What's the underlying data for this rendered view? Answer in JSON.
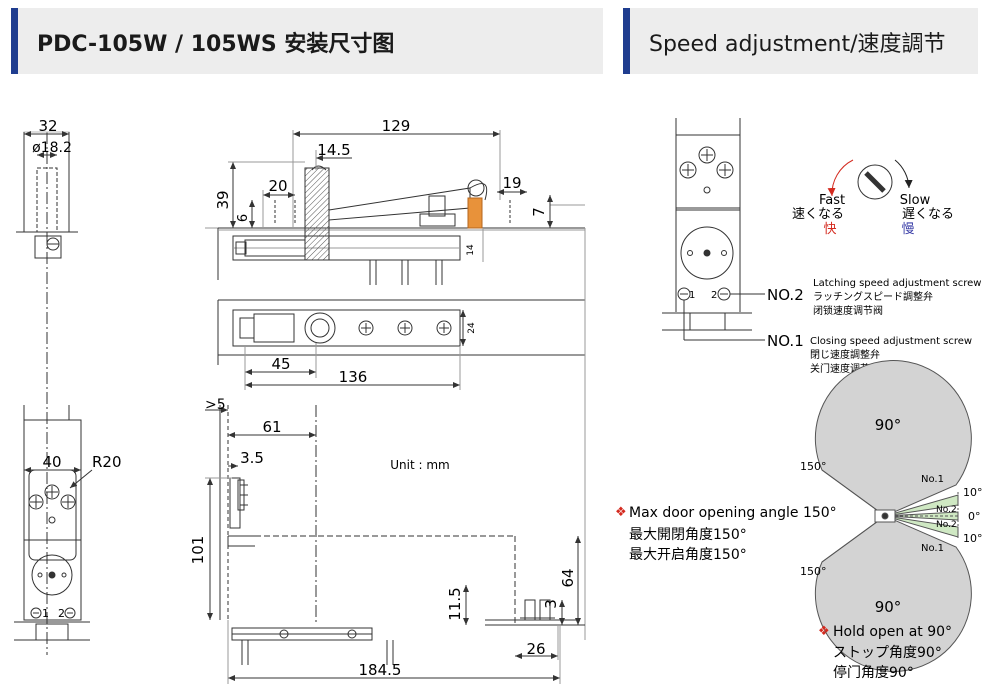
{
  "headers": {
    "left_title": "PDC-105W / 105WS 安装尺寸图",
    "right_title": "Speed adjustment/速度調节"
  },
  "drawing": {
    "unit_label": "Unit : mm",
    "dims": {
      "d32": "32",
      "d18_2": "ø18.2",
      "d40": "40",
      "r20": "R20",
      "d129": "129",
      "d14_5": "14.5",
      "d39": "39",
      "d6": "6",
      "d20": "20",
      "d19": "19",
      "d7": "7",
      "d14": "14",
      "d24": "24",
      "d45": "45",
      "d136": "136",
      "d5": ">5",
      "d61": "61",
      "d3_5": "3.5",
      "d101": "101",
      "d11_5": "11.5",
      "d3": "3",
      "d64": "64",
      "d26": "26",
      "d184_5": "184.5"
    },
    "small_labels": {
      "n1": "1",
      "n2": "2"
    }
  },
  "speed": {
    "fast_en": "Fast",
    "fast_jp": "速くなる",
    "fast_cn": "快",
    "slow_en": "Slow",
    "slow_jp": "遅くなる",
    "slow_cn": "慢",
    "no2": "NO.2",
    "no1": "NO.1",
    "latch_en": "Latching speed adjustment screw",
    "latch_jp": "ラッチングスピード調整弁",
    "latch_cn": "闭锁速度调节阀",
    "close_en": "Closing speed adjustment screw",
    "close_jp": "閉じ速度調整弁",
    "close_cn": "关门速度调节阀",
    "colors": {
      "fast": "#d42a1f",
      "slow": "#3b3fa8",
      "arrow_red": "#d42a1f"
    }
  },
  "angle": {
    "top90": "90°",
    "bottom90": "90°",
    "a150_top": "150°",
    "a150_bottom": "150°",
    "a10_top": "10°",
    "a0": "0°",
    "a10_bottom": "10°",
    "no1_top": "No.1",
    "no2_top": "No.2",
    "no2_bottom": "No.2",
    "no1_bottom": "No.1",
    "max_en": "Max door opening angle 150°",
    "max_jp": "最大開閉角度150°",
    "max_cn": "最大开启角度150°",
    "hold_en": "Hold open at 90°",
    "hold_jp": "ストップ角度90°",
    "hold_cn": "停门角度90°",
    "colors": {
      "sector": "#d3d3d3",
      "green": "#cfe8c3",
      "bullet": "#d42a1f"
    }
  }
}
